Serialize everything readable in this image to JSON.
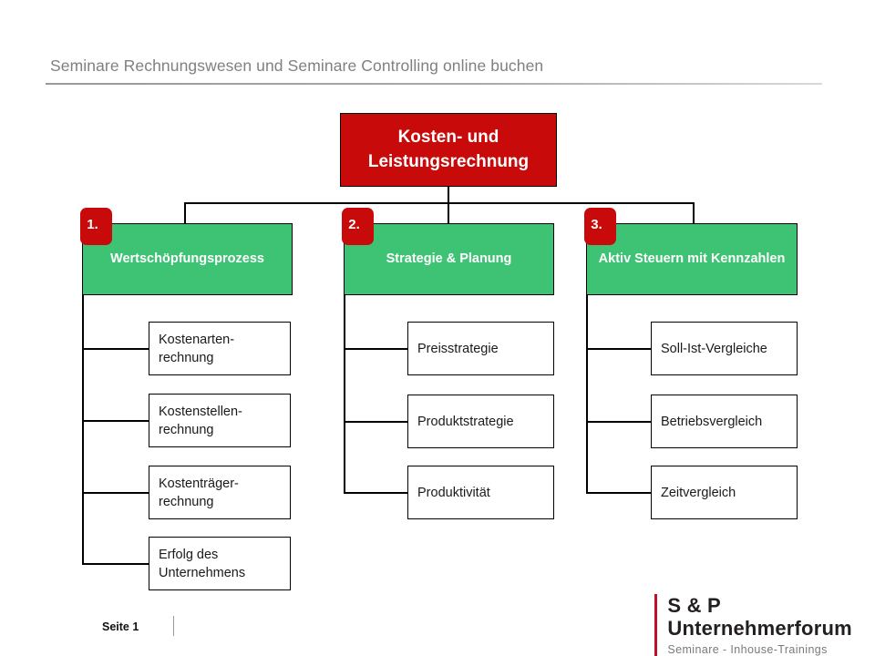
{
  "header": {
    "title": "Seminare Rechnungswesen und Seminare Controlling online buchen"
  },
  "diagram": {
    "root": {
      "label": "Kosten- und Leistungsrechnung"
    },
    "columns": [
      {
        "badge": "1.",
        "title": "Wertschöpfungsprozess",
        "items": [
          "Kostenarten-\nrechnung",
          "Kostenstellen-\nrechnung",
          "Kostenträger-\nrechnung",
          "Erfolg des\nUnternehmens"
        ]
      },
      {
        "badge": "2.",
        "title": "Strategie & Planung",
        "items": [
          "Preisstrategie",
          "Produktstrategie",
          "Produktivität"
        ]
      },
      {
        "badge": "3.",
        "title": "Aktiv Steuern mit Kennzahlen",
        "items": [
          "Soll-Ist-Vergleiche",
          "Betriebsvergleich",
          "Zeitvergleich"
        ]
      }
    ]
  },
  "footer": {
    "page_label": "Seite 1"
  },
  "logo": {
    "name": "S & P Unternehmerforum",
    "tagline": "Seminare - Inhouse-Trainings"
  },
  "colors": {
    "root_red": "#C80A0A",
    "node_green": "#3EC273",
    "badge_red": "#C80A0A",
    "logo_red": "#C0112A",
    "header_gray": "#808080"
  }
}
